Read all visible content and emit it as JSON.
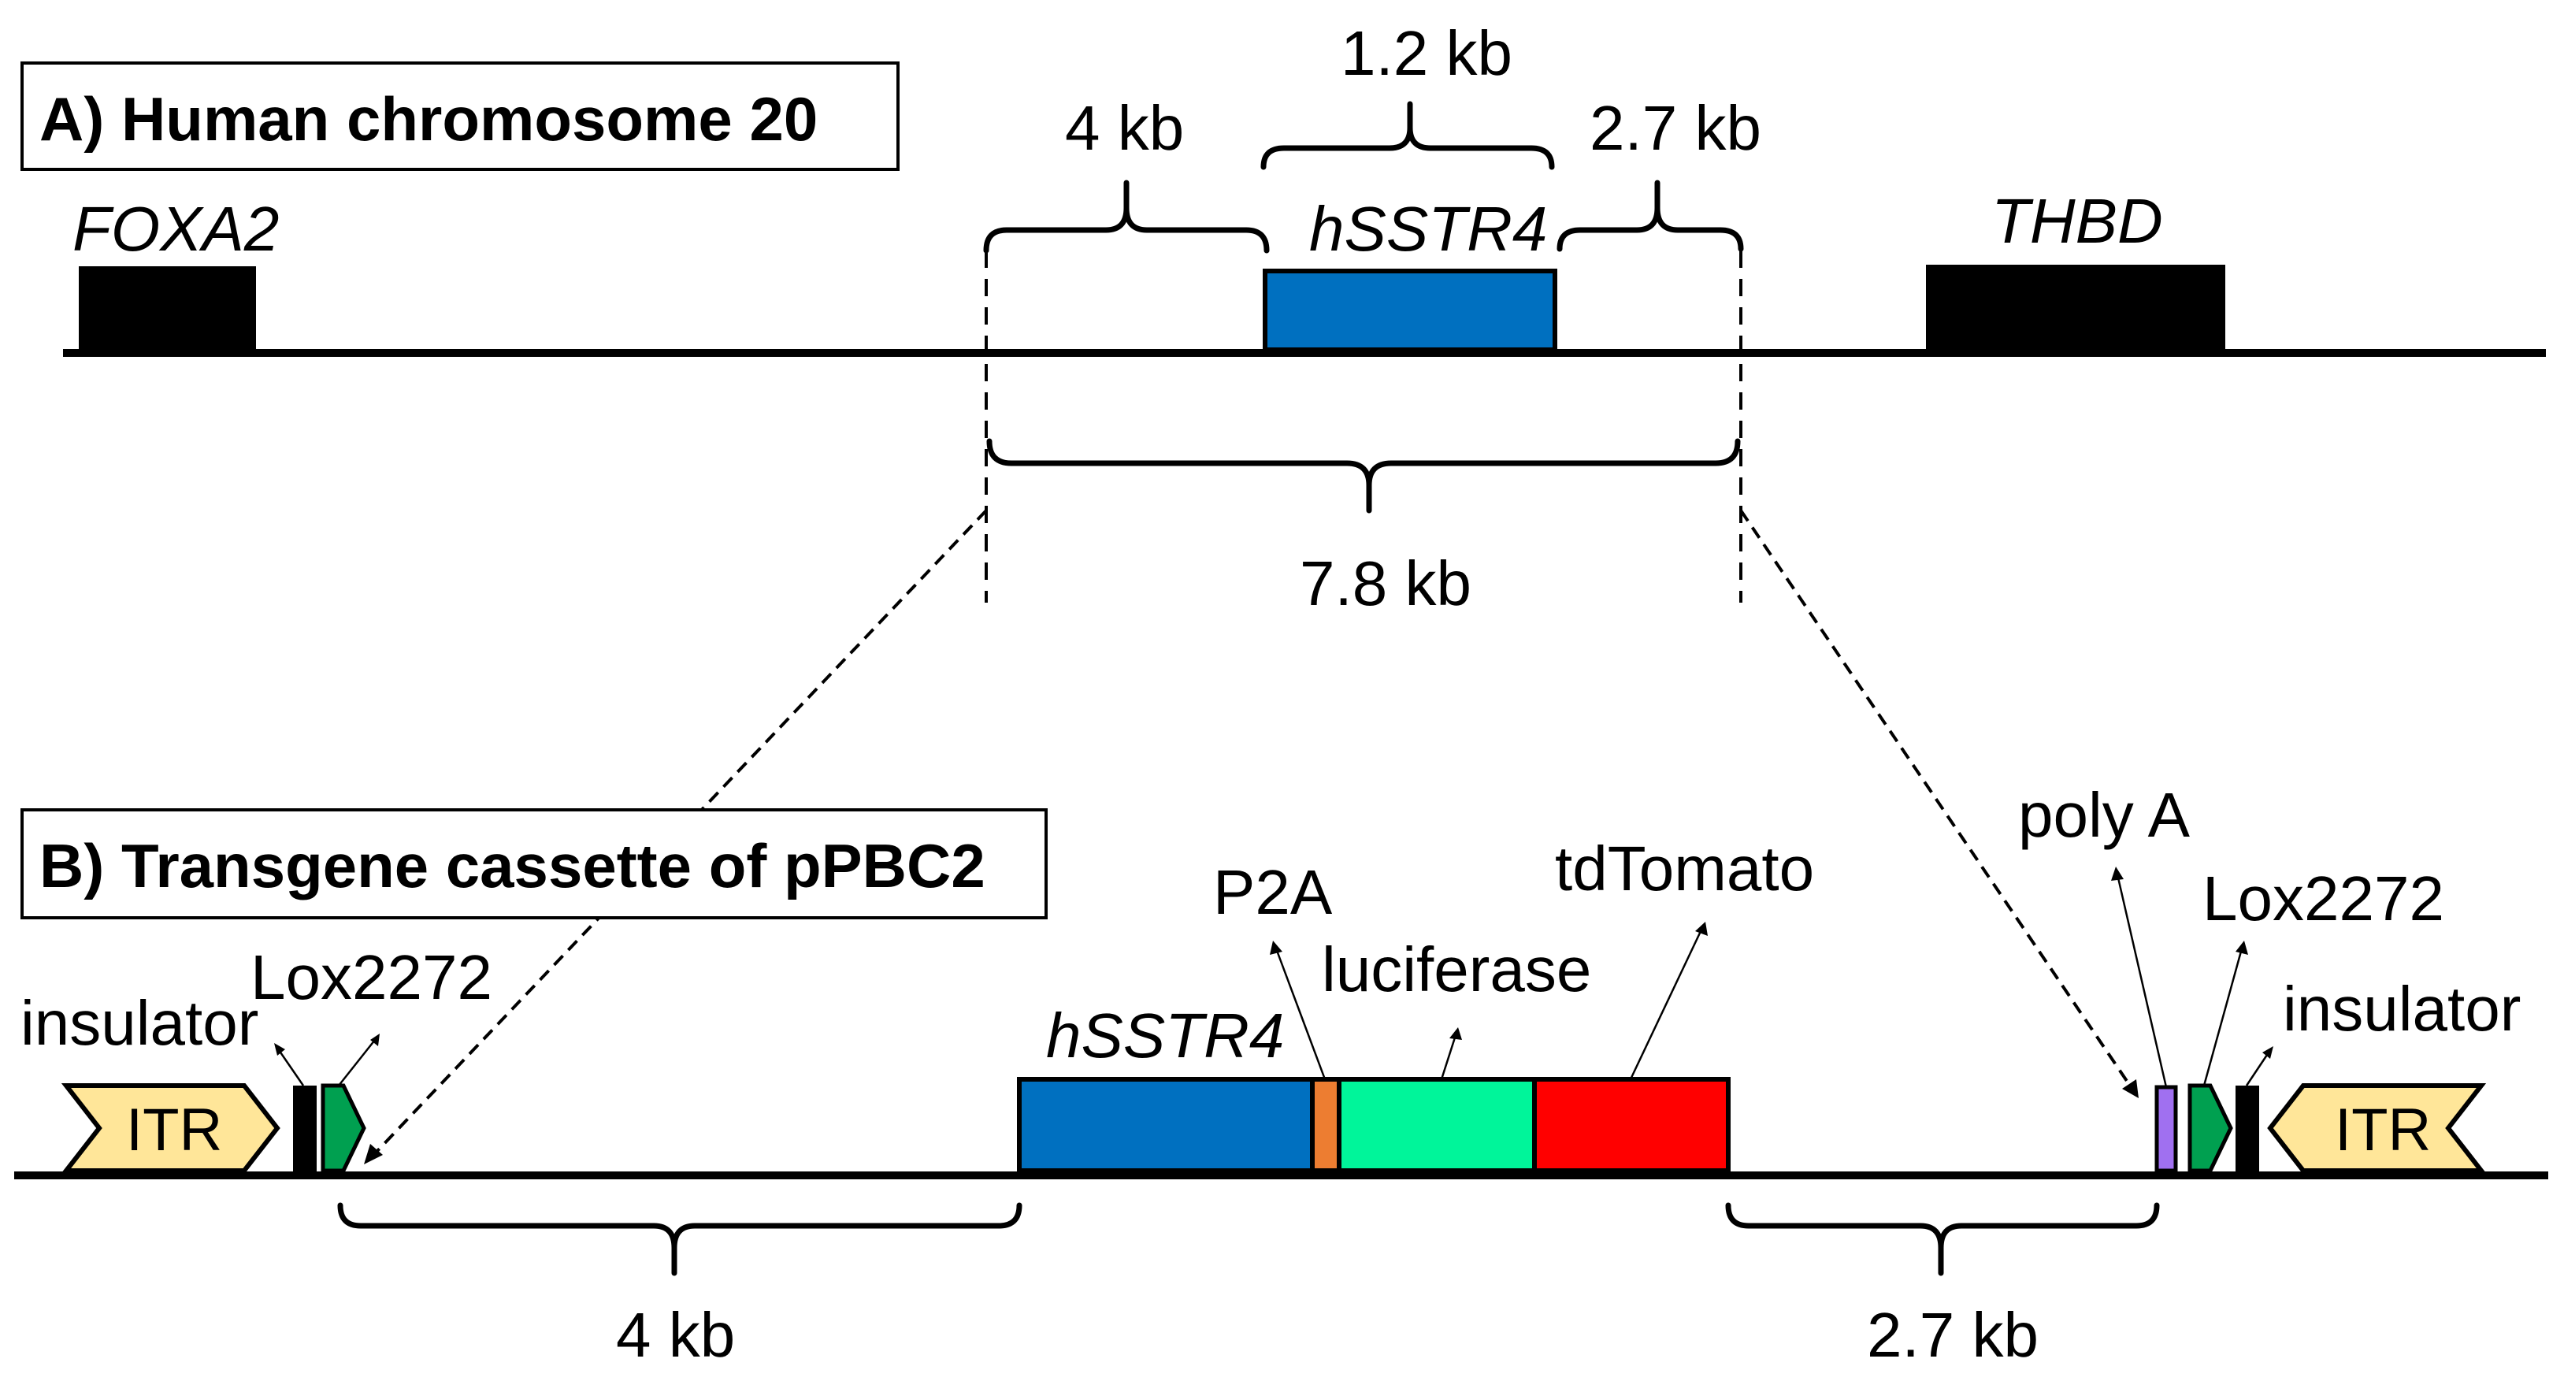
{
  "panel_a": {
    "title": "A) Human chromosome 20",
    "genes": {
      "left": "FOXA2",
      "center": "hSSTR4",
      "right": "THBD"
    },
    "brace_labels": {
      "upstream": "4 kb",
      "gene": "1.2 kb",
      "downstream": "2.7 kb",
      "total": "7.8 kb"
    },
    "colors": {
      "gene_box": "#0070C0",
      "flank_gene_box": "#000000"
    }
  },
  "panel_b": {
    "title": "B) Transgene cassette of pPBC2",
    "elements": {
      "itr_left": "ITR",
      "itr_right": "ITR",
      "insulator_left": "insulator",
      "lox_left": "Lox2272",
      "gene": "hSSTR4",
      "p2a": "P2A",
      "luciferase": "luciferase",
      "tdtomato": "tdTomato",
      "polya": "poly A",
      "lox_right": "Lox2272",
      "insulator_right": "insulator"
    },
    "brace_labels": {
      "upstream": "4 kb",
      "downstream": "2.7 kb"
    },
    "colors": {
      "itr": "#FFE699",
      "lox": "#00A050",
      "insulator": "#000000",
      "hsstr4": "#0070C0",
      "p2a": "#ED7D31",
      "luciferase": "#00F59A",
      "tdtomato": "#FF0000",
      "polya": "#A070F0"
    }
  }
}
